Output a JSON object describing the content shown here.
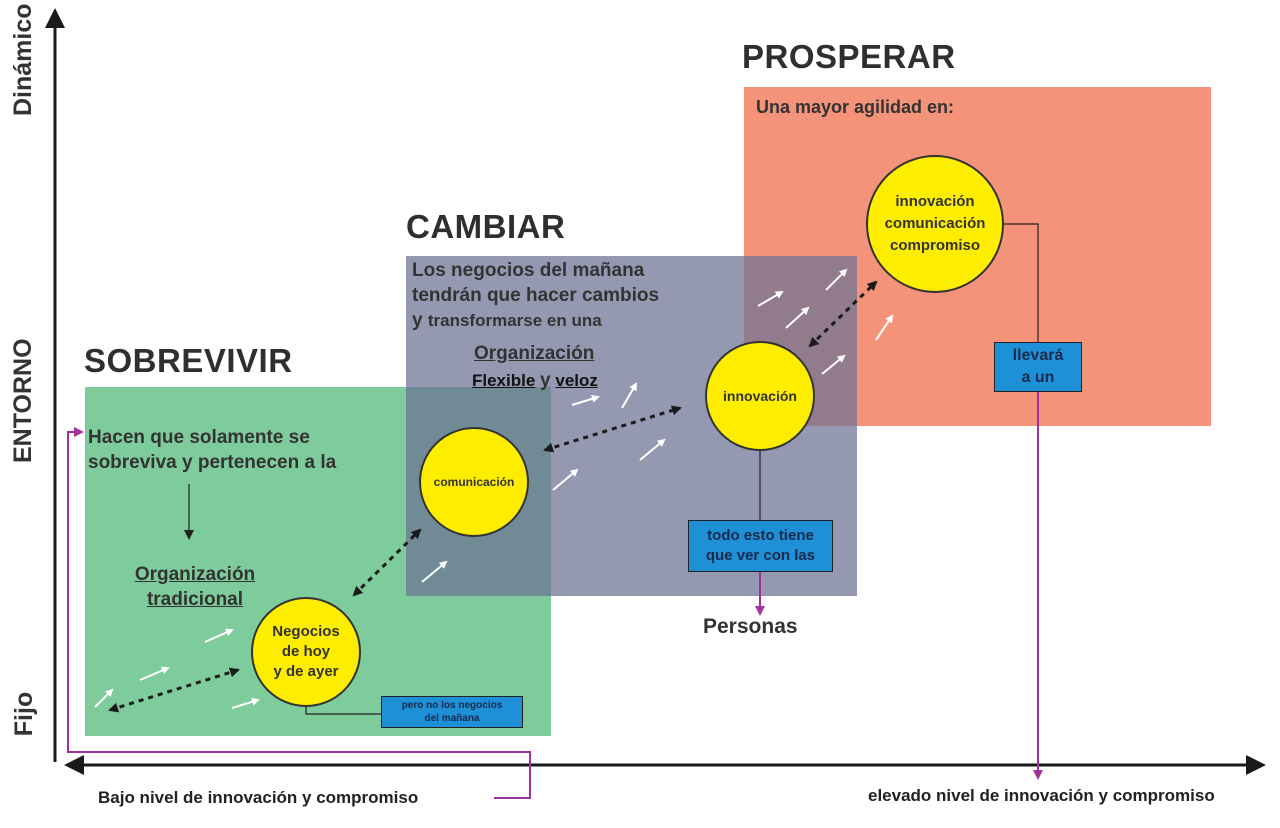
{
  "axes": {
    "y_top": "Dinámico",
    "y_mid": "ENTORNO",
    "y_bottom": "Fijo",
    "x_left": "Bajo nivel de innovación y compromiso",
    "x_right": "elevado nivel de innovación y compromiso"
  },
  "sobrevivir": {
    "title": "SOBREVIVIR",
    "text_line1": "Hacen que solamente se",
    "text_line2": "sobreviva y pertenecen a la",
    "org_line1": "Organización",
    "org_line2": "tradicional",
    "circle_line1": "Negocios",
    "circle_line2": "de hoy",
    "circle_line3": "y de ayer",
    "note_line1": "pero no los negocios",
    "note_line2": "del mañana",
    "color": "#7ecb9b"
  },
  "cambiar": {
    "title": "CAMBIAR",
    "text_line1": "Los negocios del mañana",
    "text_line2": "tendrán que hacer cambios",
    "text_line3_y": "y",
    "text_line3_rest": "transformarse en una",
    "org_title": "Organización",
    "org_flexible": "Flexible",
    "org_y": "y",
    "org_veloz": "veloz",
    "circle_com": "comunicación",
    "circle_inn": "innovación",
    "note_line1": "todo esto tiene",
    "note_line2": "que ver con las",
    "personas": "Personas",
    "color": "#8e93ad"
  },
  "prosperar": {
    "title": "PROSPERAR",
    "subtitle": "Una mayor agilidad en:",
    "circle_line1": "innovación",
    "circle_line2": "comunicación",
    "circle_line3": "compromiso",
    "note_line1": "llevará",
    "note_line2": "a un",
    "color": "#f4937a"
  },
  "colors": {
    "circle": "#ffed00",
    "note": "#1e90d8",
    "connector": "#a0309a",
    "axis": "#1a1a1a"
  }
}
